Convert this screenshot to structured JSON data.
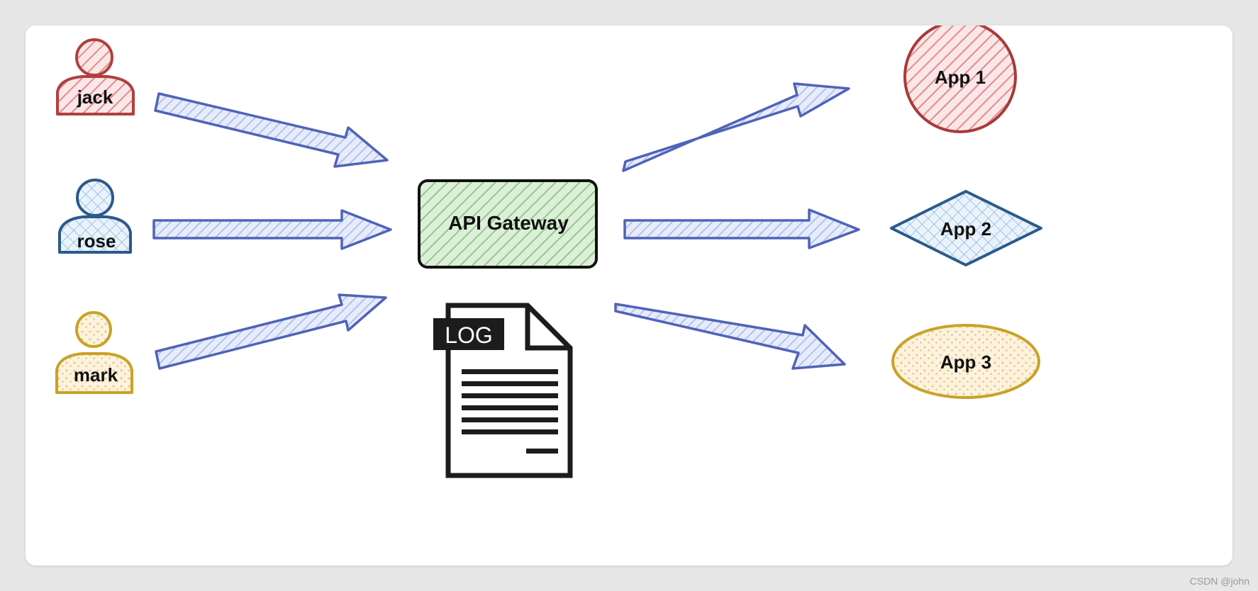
{
  "users": [
    {
      "id": "jack",
      "label": "jack",
      "color": "#b0403f",
      "fill": "#e99a9a",
      "pattern": "hatch"
    },
    {
      "id": "rose",
      "label": "rose",
      "color": "#2b5a8a",
      "fill": "#9cc3e6",
      "pattern": "cross"
    },
    {
      "id": "mark",
      "label": "mark",
      "color": "#c9a227",
      "fill": "#f3d9a0",
      "pattern": "dots"
    }
  ],
  "gateway": {
    "label": "API Gateway",
    "fill": "#a9d8a0",
    "border": "#111111"
  },
  "log": {
    "label": "LOG"
  },
  "apps": [
    {
      "id": "app1",
      "label": "App 1",
      "shape": "circle",
      "color": "#a83a3a",
      "fill": "#e99a9a"
    },
    {
      "id": "app2",
      "label": "App 2",
      "shape": "diamond",
      "color": "#2b5a8a",
      "fill": "#9cc3e6"
    },
    {
      "id": "app3",
      "label": "App 3",
      "shape": "ellipse",
      "color": "#c9a227",
      "fill": "#f3d9a0"
    }
  ],
  "arrow_color": "#4f63b8",
  "arrow_fill": "#b9c6f2",
  "watermark": "CSDN @john"
}
